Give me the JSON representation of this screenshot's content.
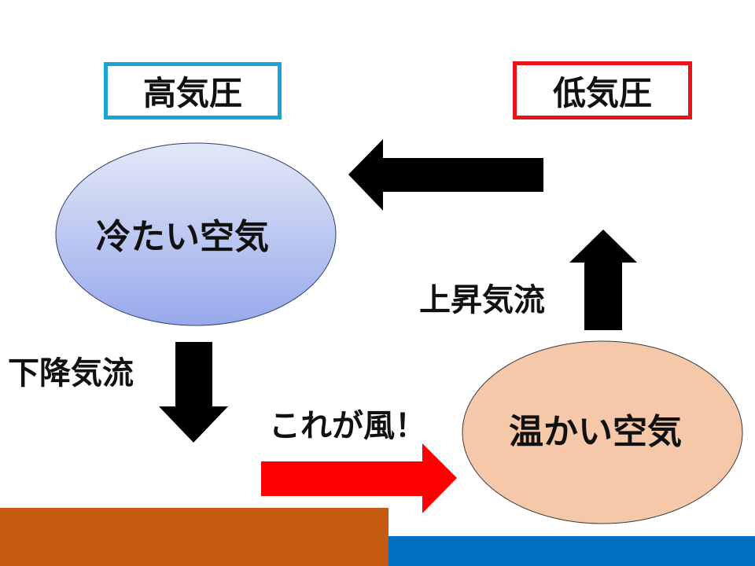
{
  "high_pressure": {
    "label": "高気圧",
    "border_color": "#1aa3d9"
  },
  "low_pressure": {
    "label": "低気圧",
    "border_color": "#e8141a"
  },
  "cold_air": {
    "label": "冷たい空気",
    "fill_top": "#e4e8f7",
    "fill_bottom": "#97a9ec"
  },
  "warm_air": {
    "label": "温かい空気",
    "fill": "#f6c8aa"
  },
  "descending_airflow": {
    "label": "下降気流"
  },
  "ascending_airflow": {
    "label": "上昇気流"
  },
  "wind": {
    "label": "これが風！",
    "arrow_color": "#ff0000"
  },
  "flow_arrow_color": "#000000",
  "ground": {
    "land_color": "#c55a11",
    "sea_color": "#0070c0"
  }
}
